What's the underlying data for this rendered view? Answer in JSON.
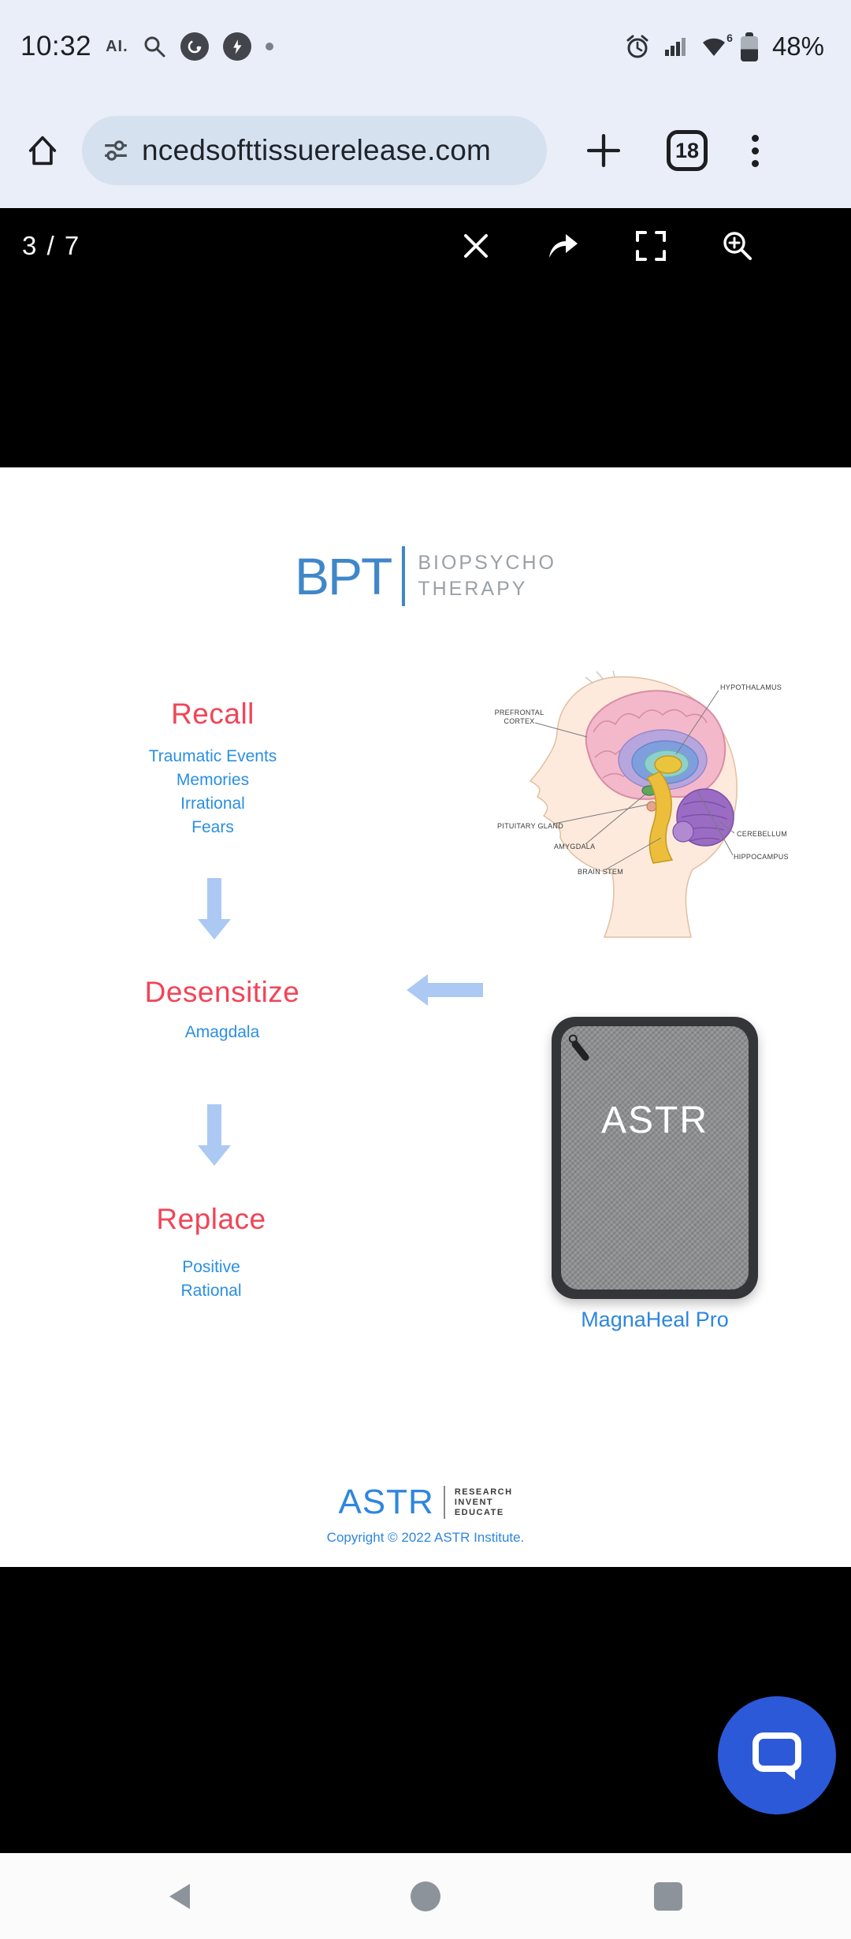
{
  "status_bar": {
    "time": "10:32",
    "ai_label": "AI.",
    "wifi_gen": "6",
    "battery_pct": "48%"
  },
  "browser_bar": {
    "url": "ncedsofttissuerelease.com",
    "tab_count": "18"
  },
  "pdf_toolbar": {
    "page_indicator": "3 / 7"
  },
  "doc": {
    "brand": {
      "abbr": "BPT",
      "name_line1": "BIOPSYCHO",
      "name_line2": "THERAPY"
    },
    "steps": {
      "recall": {
        "title": "Recall",
        "items": [
          "Traumatic Events",
          "Memories",
          "Irrational",
          "Fears"
        ]
      },
      "desensitize": {
        "title": "Desensitize",
        "items": [
          "Amagdala"
        ]
      },
      "replace": {
        "title": "Replace",
        "items": [
          "Positive",
          "Rational"
        ]
      }
    },
    "brain": {
      "labels": {
        "hypothalamus": "HYPOTHALAMUS",
        "prefrontal1": "PREFRONTAL",
        "prefrontal2": "CORTEX",
        "pituitary": "PITUITARY GLAND",
        "amygdala": "AMYGDALA",
        "brainstem": "BRAIN STEM",
        "cerebellum": "CEREBELLUM",
        "hippocampus": "HIPPOCAMPUS"
      }
    },
    "product": {
      "case_logo": "ASTR",
      "name": "MagnaHeal Pro"
    },
    "footer": {
      "logo": "ASTR",
      "tag1": "RESEARCH",
      "tag2": "INVENT",
      "tag3": "EDUCATE",
      "copyright": "Copyright © 2022 ASTR Institute."
    }
  },
  "colors": {
    "accent_red": "#f24457",
    "accent_blue": "#2b8fe3",
    "arrow_blue": "#abc9f2",
    "brand_blue": "#3f87c9",
    "chat_blue": "#2b59d8"
  }
}
